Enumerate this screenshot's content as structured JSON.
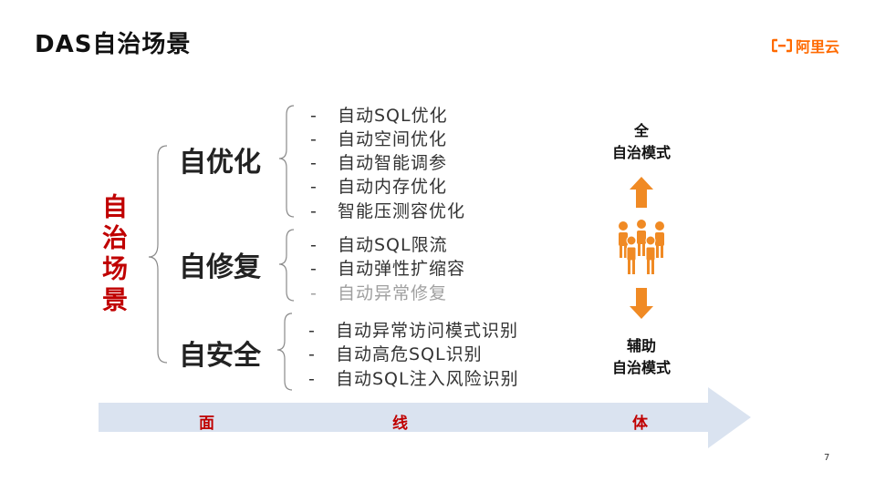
{
  "header": {
    "title": "DAS自治场景",
    "logo_text": "阿里云"
  },
  "vertical_title": "自治场景",
  "categories": [
    {
      "label": "自优化",
      "items": [
        {
          "text": "自动SQL优化"
        },
        {
          "text": "自动空间优化"
        },
        {
          "text": "自动智能调参"
        },
        {
          "text": "自动内存优化"
        },
        {
          "text": "智能压测容优化"
        }
      ]
    },
    {
      "label": "自修复",
      "items": [
        {
          "text": "自动SQL限流"
        },
        {
          "text": "自动弹性扩缩容"
        },
        {
          "text": "自动异常修复",
          "muted": true
        }
      ]
    },
    {
      "label": "自安全",
      "items": [
        {
          "text": "自动异常访问模式识别"
        },
        {
          "text": "自动高危SQL识别"
        },
        {
          "text": "自动SQL注入风险识别"
        }
      ]
    }
  ],
  "dash": "-",
  "modes": {
    "top_line1": "全",
    "top_line2": "自治模式",
    "bottom_line1": "辅助",
    "bottom_line2": "自治模式"
  },
  "bottom_arrow": {
    "labels": [
      "面",
      "线",
      "体"
    ]
  },
  "slide_number": "7",
  "colors": {
    "accent_red": "#c00000",
    "brand_orange": "#ff6a00",
    "arrow_fill": "#dae3f0",
    "icon_orange": "#f08a24"
  },
  "icons": [
    "arrow-up-icon",
    "people-group-icon",
    "arrow-down-icon",
    "bracket-icon"
  ]
}
